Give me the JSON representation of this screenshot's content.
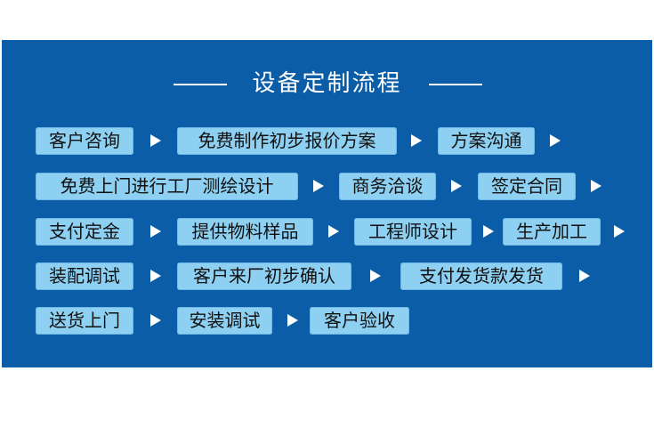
{
  "title": "设备定制流程",
  "steps": [
    "客户咨询",
    "免费制作初步报价方案",
    "方案沟通",
    "免费上门进行工厂测绘设计",
    "商务洽谈",
    "签定合同",
    "支付定金",
    "提供物料样品",
    "工程师设计",
    "生产加工",
    "装配调试",
    "客户来厂初步确认",
    "支付发货款发货",
    "送货上门",
    "安装调试",
    "客户验收"
  ],
  "colors": {
    "panel": "#0b5da8",
    "box": "#8dd0f2"
  }
}
